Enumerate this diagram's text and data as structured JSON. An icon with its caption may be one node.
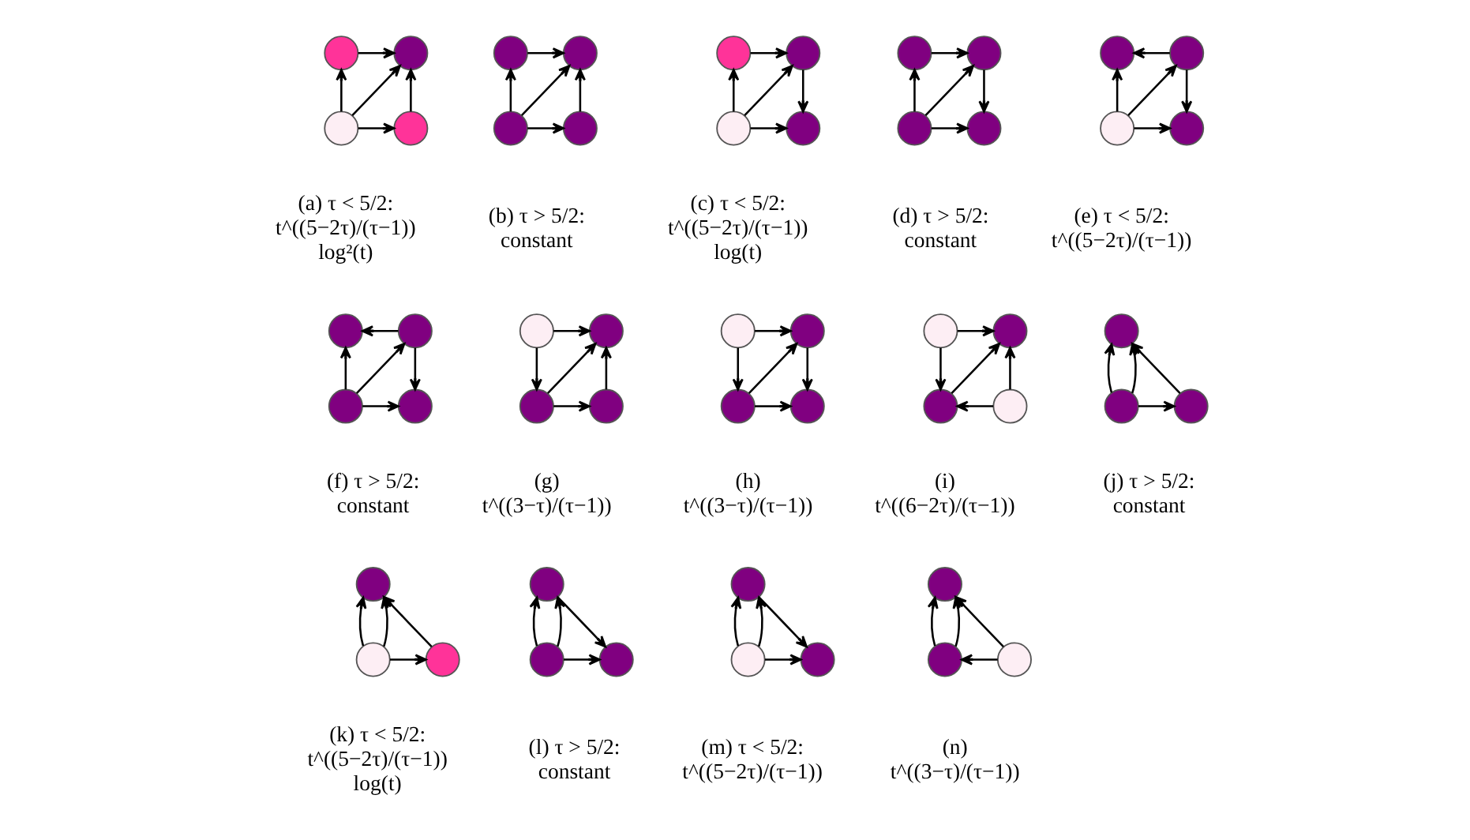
{
  "diagram": {
    "nodes": [
      {
        "text": [],
        "shape": "circle"
      },
      {
        "text": [],
        "shape": "circle"
      },
      {
        "text": [],
        "shape": "circle"
      },
      {
        "text": [],
        "shape": "circle"
      },
      {
        "text": [],
        "shape": "circle"
      },
      {
        "text": [],
        "shape": "circle"
      },
      {
        "text": [],
        "shape": "circle"
      },
      {
        "text": [],
        "shape": "circle"
      },
      {
        "text": [],
        "shape": "circle"
      },
      {
        "text": [],
        "shape": "circle"
      },
      {
        "text": [],
        "shape": "circle"
      },
      {
        "text": [],
        "shape": "circle"
      },
      {
        "text": [],
        "shape": "circle"
      },
      {
        "text": [],
        "shape": "circle"
      },
      {
        "text": [],
        "shape": "circle"
      },
      {
        "text": [],
        "shape": "circle"
      },
      {
        "text": [],
        "shape": "circle"
      },
      {
        "text": [],
        "shape": "circle"
      },
      {
        "text": [],
        "shape": "circle"
      },
      {
        "text": [],
        "shape": "circle"
      },
      {
        "text": [],
        "shape": "circle"
      },
      {
        "text": [],
        "shape": "circle"
      },
      {
        "text": [],
        "shape": "circle"
      },
      {
        "text": [],
        "shape": "circle"
      },
      {
        "text": [],
        "shape": "circle"
      },
      {
        "text": [],
        "shape": "circle"
      },
      {
        "text": [],
        "shape": "circle"
      },
      {
        "text": [],
        "shape": "circle"
      },
      {
        "text": [],
        "shape": "circle"
      },
      {
        "text": [],
        "shape": "circle"
      },
      {
        "text": [],
        "shape": "circle"
      },
      {
        "text": [],
        "shape": "circle"
      },
      {
        "text": [],
        "shape": "circle"
      },
      {
        "text": [],
        "shape": "circle"
      },
      {
        "text": [],
        "shape": "circle"
      },
      {
        "text": [],
        "shape": "circle"
      },
      {
        "text": [],
        "shape": "circle"
      },
      {
        "text": [],
        "shape": "circle"
      },
      {
        "text": [],
        "shape": "circle"
      },
      {
        "text": [],
        "shape": "circle"
      },
      {
        "text": [],
        "shape": "circle"
      },
      {
        "text": [],
        "shape": "circle"
      },
      {
        "text": [],
        "shape": "circle"
      },
      {
        "text": [],
        "shape": "circle"
      },
      {
        "text": [],
        "shape": "circle"
      },
      {
        "text": [],
        "shape": "circle"
      },
      {
        "text": [],
        "shape": "circle"
      },
      {
        "text": [],
        "shape": "circle"
      },
      {
        "text": [],
        "shape": "circle"
      },
      {
        "text": [],
        "shape": "circle"
      },
      {
        "text": [],
        "shape": "circle"
      }
    ],
    "edges": [
      {
        "from": 0,
        "to": 1,
        "arrow": "to"
      },
      {
        "from": 2,
        "to": 0,
        "arrow": "to"
      },
      {
        "from": 2,
        "to": 1,
        "arrow": "to"
      },
      {
        "from": 2,
        "to": 3,
        "arrow": "to"
      },
      {
        "from": 3,
        "to": 1,
        "arrow": "to"
      },
      {
        "from": 4,
        "to": 5,
        "arrow": "to"
      },
      {
        "from": 6,
        "to": 4,
        "arrow": "to"
      },
      {
        "from": 6,
        "to": 5,
        "arrow": "to"
      },
      {
        "from": 6,
        "to": 7,
        "arrow": "to"
      },
      {
        "from": 7,
        "to": 5,
        "arrow": "to"
      },
      {
        "from": 8,
        "to": 9,
        "arrow": "to"
      },
      {
        "from": 10,
        "to": 8,
        "arrow": "to"
      },
      {
        "from": 10,
        "to": 9,
        "arrow": "to"
      },
      {
        "from": 10,
        "to": 11,
        "arrow": "to"
      },
      {
        "from": 9,
        "to": 11,
        "arrow": "to"
      },
      {
        "from": 12,
        "to": 13,
        "arrow": "to"
      },
      {
        "from": 14,
        "to": 12,
        "arrow": "to"
      },
      {
        "from": 14,
        "to": 13,
        "arrow": "to"
      },
      {
        "from": 14,
        "to": 15,
        "arrow": "to"
      },
      {
        "from": 13,
        "to": 15,
        "arrow": "to"
      },
      {
        "from": 17,
        "to": 16,
        "arrow": "to"
      },
      {
        "from": 18,
        "to": 16,
        "arrow": "to"
      },
      {
        "from": 18,
        "to": 17,
        "arrow": "to"
      },
      {
        "from": 18,
        "to": 19,
        "arrow": "to"
      },
      {
        "from": 17,
        "to": 19,
        "arrow": "to"
      },
      {
        "from": 21,
        "to": 20,
        "arrow": "to"
      },
      {
        "from": 22,
        "to": 20,
        "arrow": "to"
      },
      {
        "from": 22,
        "to": 21,
        "arrow": "to"
      },
      {
        "from": 22,
        "to": 23,
        "arrow": "to"
      },
      {
        "from": 21,
        "to": 23,
        "arrow": "to"
      },
      {
        "from": 24,
        "to": 25,
        "arrow": "to"
      },
      {
        "from": 24,
        "to": 26,
        "arrow": "to"
      },
      {
        "from": 26,
        "to": 25,
        "arrow": "to"
      },
      {
        "from": 26,
        "to": 27,
        "arrow": "to"
      },
      {
        "from": 27,
        "to": 25,
        "arrow": "to"
      },
      {
        "from": 28,
        "to": 29,
        "arrow": "to"
      },
      {
        "from": 28,
        "to": 30,
        "arrow": "to"
      },
      {
        "from": 30,
        "to": 29,
        "arrow": "to"
      },
      {
        "from": 30,
        "to": 31,
        "arrow": "to"
      },
      {
        "from": 29,
        "to": 31,
        "arrow": "to"
      },
      {
        "from": 32,
        "to": 33,
        "arrow": "to"
      },
      {
        "from": 32,
        "to": 34,
        "arrow": "to"
      },
      {
        "from": 34,
        "to": 33,
        "arrow": "to"
      },
      {
        "from": 35,
        "to": 34,
        "arrow": "to"
      },
      {
        "from": 35,
        "to": 33,
        "arrow": "to"
      },
      {
        "from": 37,
        "to": 36,
        "arrow": "to"
      },
      {
        "from": 37,
        "to": 36,
        "arrow": "to"
      },
      {
        "from": 38,
        "to": 36,
        "arrow": "to"
      },
      {
        "from": 37,
        "to": 38,
        "arrow": "to"
      },
      {
        "from": 40,
        "to": 39,
        "arrow": "to"
      },
      {
        "from": 40,
        "to": 39,
        "arrow": "to"
      },
      {
        "from": 41,
        "to": 39,
        "arrow": "to"
      },
      {
        "from": 40,
        "to": 41,
        "arrow": "to"
      },
      {
        "from": 43,
        "to": 42,
        "arrow": "to"
      },
      {
        "from": 43,
        "to": 42,
        "arrow": "to"
      },
      {
        "from": 42,
        "to": 44,
        "arrow": "to"
      },
      {
        "from": 43,
        "to": 44,
        "arrow": "to"
      },
      {
        "from": 46,
        "to": 45,
        "arrow": "to"
      },
      {
        "from": 46,
        "to": 45,
        "arrow": "to"
      },
      {
        "from": 45,
        "to": 47,
        "arrow": "to"
      },
      {
        "from": 46,
        "to": 47,
        "arrow": "to"
      },
      {
        "from": 49,
        "to": 48,
        "arrow": "to"
      },
      {
        "from": 49,
        "to": 48,
        "arrow": "to"
      },
      {
        "from": 50,
        "to": 48,
        "arrow": "to"
      },
      {
        "from": 50,
        "to": 49,
        "arrow": "to"
      }
    ],
    "labels": [
      "(a) τ < 5/2: t^((5−2τ)/(τ−1)) log²(t)",
      "(b) τ > 5/2: constant",
      "(c) τ < 5/2: t^((5−2τ)/(τ−1)) log(t)",
      "(d) τ > 5/2: constant",
      "(e) τ < 5/2: t^((5−2τ)/(τ−1))",
      "(f) τ > 5/2: constant",
      "(g) t^((3−τ)/(τ−1))",
      "(h) t^((3−τ)/(τ−1))",
      "(i) t^((6−2τ)/(τ−1))",
      "(j) τ > 5/2: constant",
      "(k) τ < 5/2: t^((5−2τ)/(τ−1)) log(t)",
      "(l) τ > 5/2: constant",
      "(m) τ < 5/2: t^((5−2τ)/(τ−1))",
      "(n) t^((3−τ)/(τ−1))"
    ]
  }
}
